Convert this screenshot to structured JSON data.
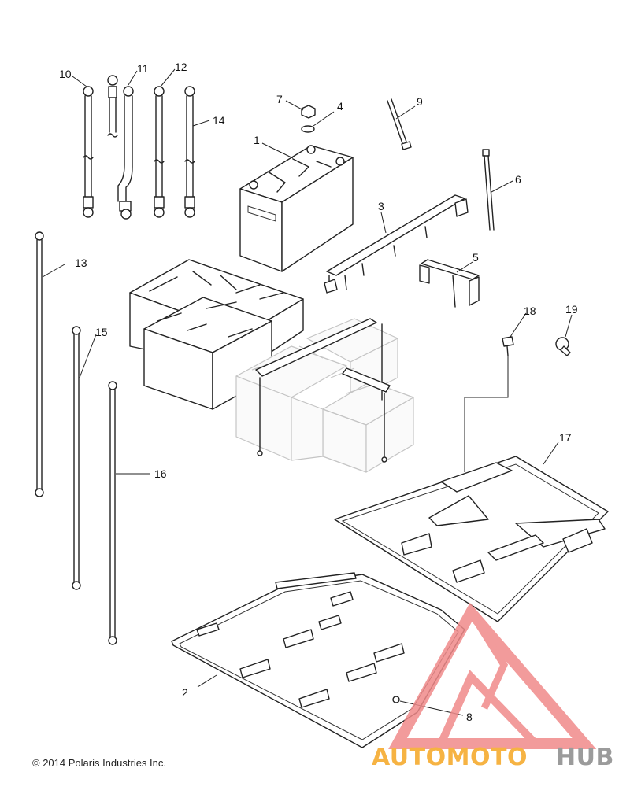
{
  "callouts": [
    {
      "number": "1"
    },
    {
      "number": "2"
    },
    {
      "number": "3"
    },
    {
      "number": "4"
    },
    {
      "number": "5"
    },
    {
      "number": "6"
    },
    {
      "number": "7"
    },
    {
      "number": "8"
    },
    {
      "number": "9"
    },
    {
      "number": "10"
    },
    {
      "number": "11"
    },
    {
      "number": "12"
    },
    {
      "number": "13"
    },
    {
      "number": "14"
    },
    {
      "number": "15"
    },
    {
      "number": "16"
    },
    {
      "number": "17"
    },
    {
      "number": "18"
    },
    {
      "number": "19"
    }
  ],
  "copyright": "© 2014 Polaris Industries Inc.",
  "watermark": {
    "part1": "AUTOMOTO",
    "part2": "HUB",
    "color_primary": "#f08a8a",
    "color_secondary": "#8a8a8a",
    "color_text": "#f5a623"
  }
}
